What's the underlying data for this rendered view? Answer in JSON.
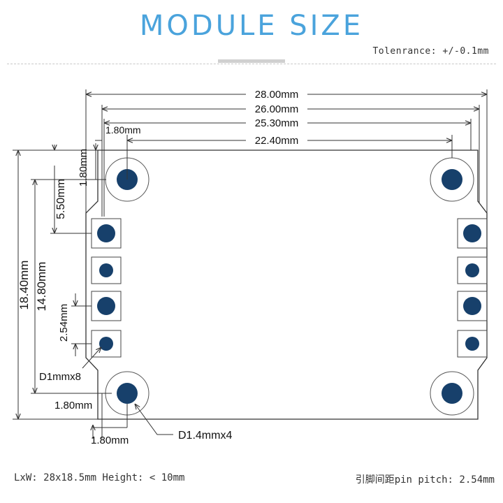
{
  "header": {
    "title": "MODULE SIZE",
    "tolerance": "Tolenrance: +/-0.1mm"
  },
  "dimensions": {
    "width_overall": "28.00mm",
    "width_inner": "26.00mm",
    "width_pins": "25.30mm",
    "hole_spacing_x": "22.40mm",
    "hole_offset_x_top": "1.80mm",
    "hole_offset_y_top": "1.80mm",
    "height_notch": "5.50mm",
    "height_overall": "18.40mm",
    "height_pins": "14.80mm",
    "pin_pitch": "2.54mm",
    "pin_hole_callout": "D1mmx8",
    "hole_offset_y_bottom": "1.80mm",
    "hole_offset_x_bottom": "1.80mm",
    "mount_hole_callout": "D1.4mmx4"
  },
  "footer": {
    "size_info": "LxW: 28x18.5mm  Height: < 10mm",
    "pitch_info": "引脚间距pin pitch: 2.54mm"
  },
  "colors": {
    "title": "#4aa3dc",
    "hole_fill": "#17406b",
    "outline": "#333333"
  }
}
